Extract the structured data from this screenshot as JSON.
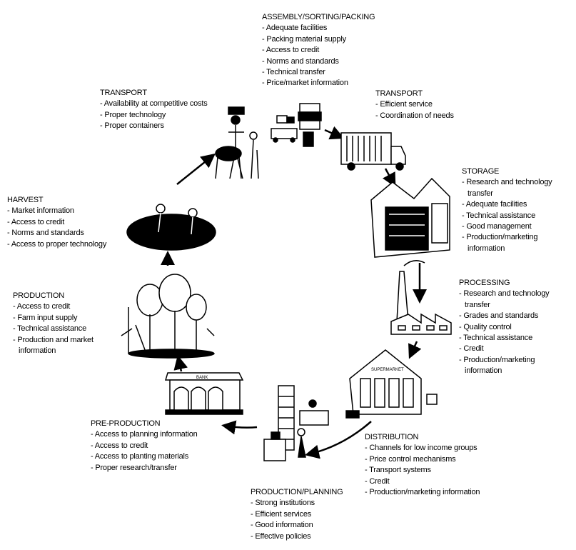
{
  "title": "Agricultural marketing chain: requirements at each stage",
  "stages": [
    {
      "id": "assembly",
      "heading": "ASSEMBLY/SORTING/PACKING",
      "items": [
        "Adequate facilities",
        "Packing material supply",
        "Access to credit",
        "Norms and standards",
        "Technical transfer",
        "Price/market information"
      ]
    },
    {
      "id": "transport-right",
      "heading": "TRANSPORT",
      "items": [
        "Efficient service",
        "Coordination of needs"
      ]
    },
    {
      "id": "storage",
      "heading": "STORAGE",
      "items": [
        "Research and technology transfer",
        "Adequate facilities",
        "Technical assistance",
        "Good management",
        "Production/marketing information"
      ]
    },
    {
      "id": "processing",
      "heading": "PROCESSING",
      "items": [
        "Research and technology transfer",
        "Grades and standards",
        "Quality control",
        "Technical assistance",
        "Credit",
        "Production/marketing information"
      ]
    },
    {
      "id": "distribution",
      "heading": "DISTRIBUTION",
      "items": [
        "Channels for low income groups",
        "Price control mechanisms",
        "Transport systems",
        "Credit",
        "Production/marketing information"
      ]
    },
    {
      "id": "planning",
      "heading": "PRODUCTION/PLANNING",
      "items": [
        "Strong institutions",
        "Efficient services",
        "Good information",
        "Effective policies"
      ]
    },
    {
      "id": "pre-production",
      "heading": "PRE-PRODUCTION",
      "items": [
        "Access to planning information",
        "Access to credit",
        "Access to planting materials",
        "Proper research/transfer"
      ]
    },
    {
      "id": "production",
      "heading": "PRODUCTION",
      "items": [
        "Access to credit",
        "Farm input supply",
        "Technical assistance",
        "Production and market information"
      ]
    },
    {
      "id": "harvest",
      "heading": "HARVEST",
      "items": [
        "Market information",
        "Access to credit",
        "Norms and standards",
        "Access to proper technology"
      ]
    },
    {
      "id": "transport-left",
      "heading": "TRANSPORT",
      "items": [
        "Availability at competitive costs",
        "Proper technology",
        "Proper containers"
      ]
    }
  ],
  "illustration_labels": {
    "bank": "BANK",
    "supermarket": "SUPERMARKET"
  }
}
